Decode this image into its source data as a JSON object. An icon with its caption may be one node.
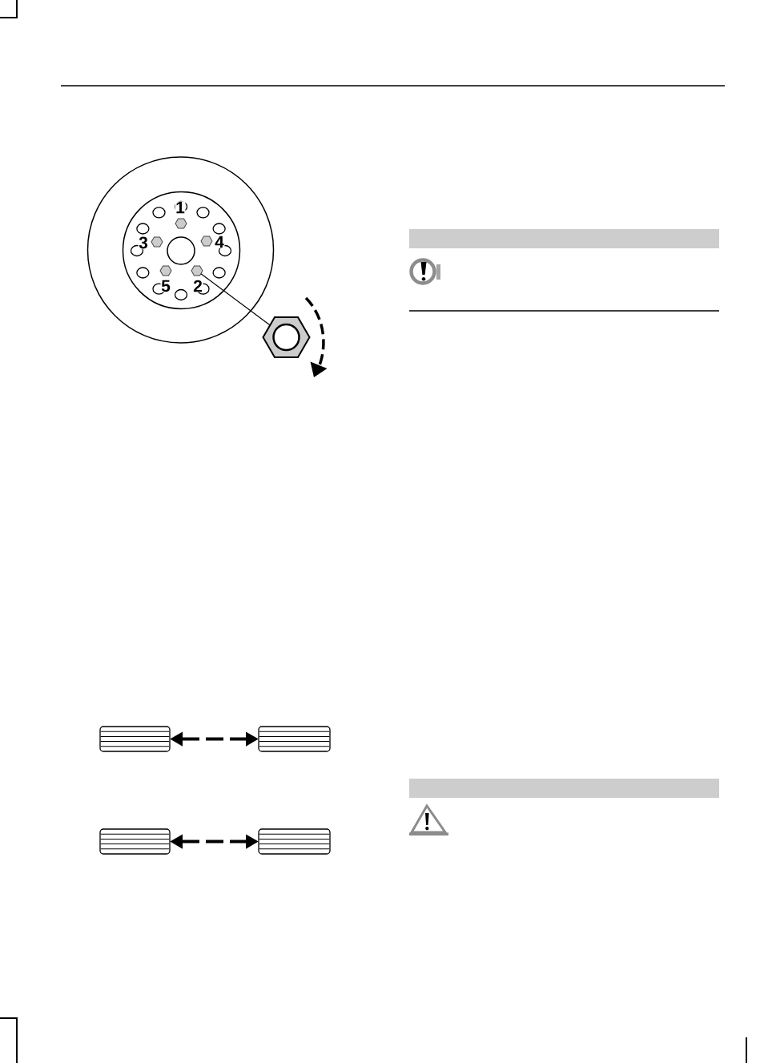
{
  "diagram": {
    "nodes": [
      {
        "text": [],
        "shape": "hexagon",
        "beside": [
          "1"
        ]
      },
      {
        "text": [],
        "shape": "hexagon",
        "beside": [
          "3"
        ]
      },
      {
        "text": [],
        "shape": "hexagon",
        "beside": [
          "4"
        ]
      },
      {
        "text": [],
        "shape": "hexagon",
        "beside": [
          "5"
        ]
      },
      {
        "text": [],
        "shape": "hexagon",
        "beside": [
          "2"
        ]
      },
      {
        "text": [],
        "shape": "hexagon"
      },
      {
        "text": [],
        "shape": "box"
      },
      {
        "text": [],
        "shape": "box"
      },
      {
        "text": [],
        "shape": "box"
      },
      {
        "text": [],
        "shape": "box"
      },
      {
        "text": [],
        "shape": "bar"
      },
      {
        "text": [],
        "shape": "bar"
      }
    ],
    "edges": [
      {
        "from": 4,
        "to": 5,
        "arrow": "none"
      },
      {
        "from": 6,
        "to": 7,
        "arrow": "both",
        "style": "dashed"
      },
      {
        "from": 8,
        "to": 9,
        "arrow": "both",
        "style": "dashed"
      }
    ]
  }
}
